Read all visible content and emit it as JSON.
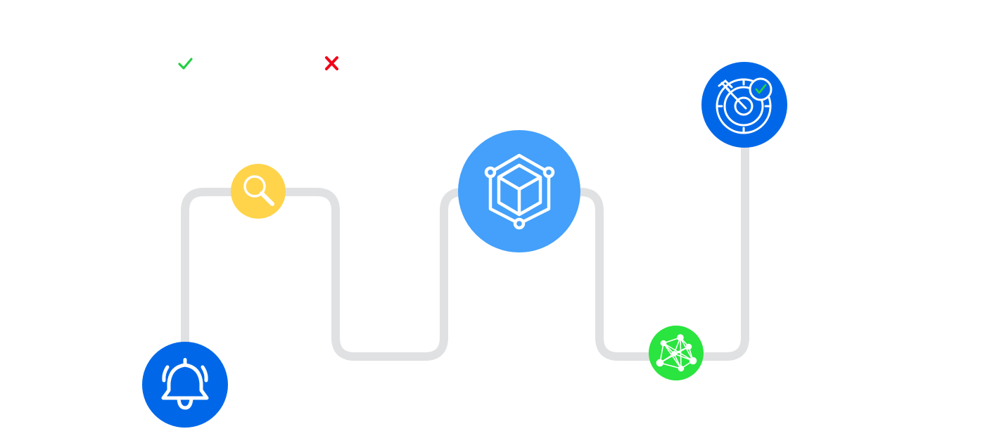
{
  "colors": {
    "path": "#e0e1e3",
    "background": "#ffffff",
    "check": "#22d044",
    "cross": "#f00018",
    "icon_stroke": "#ffffff"
  },
  "legend": [
    {
      "name": "check-mark",
      "symbol": "✓",
      "meaning": "success",
      "color": "#22d044"
    },
    {
      "name": "cross-mark",
      "symbol": "✕",
      "meaning": "failure",
      "color": "#f00018"
    }
  ],
  "nodes": [
    {
      "id": "notification",
      "icon": "bell-icon",
      "color": "#0068e8",
      "order": 1
    },
    {
      "id": "search",
      "icon": "magnifier-icon",
      "color": "#ffd44a",
      "order": 2
    },
    {
      "id": "model",
      "icon": "cube-icon",
      "color": "#44a0fa",
      "order": 3
    },
    {
      "id": "network",
      "icon": "network-graph-icon",
      "color": "#2ae43f",
      "order": 4
    },
    {
      "id": "target",
      "icon": "target-check-icon",
      "color": "#0068e8",
      "order": 5
    }
  ]
}
